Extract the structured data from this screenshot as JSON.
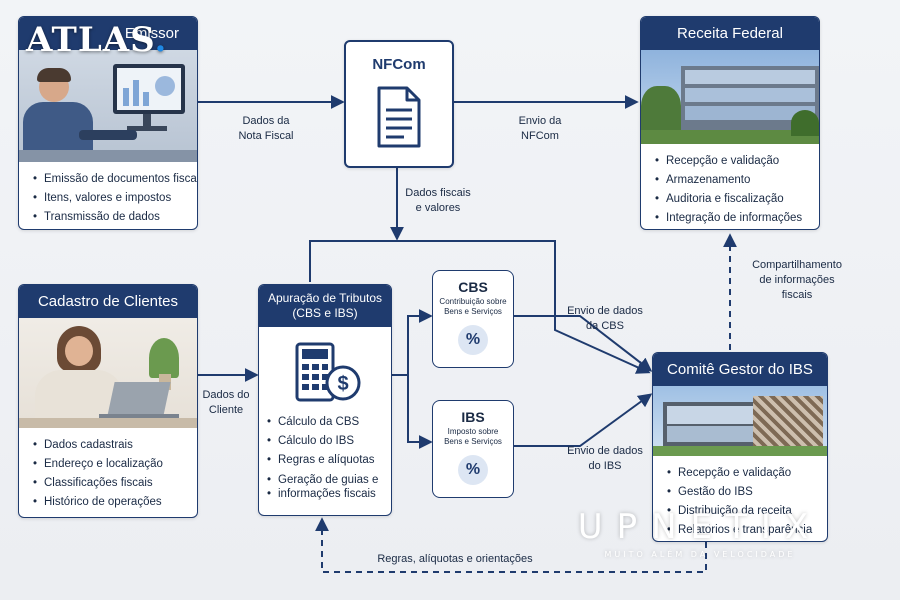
{
  "brand": {
    "name": "ATLAS",
    "dot": "."
  },
  "watermark": {
    "name": "UPNETIX",
    "tagline": "MUITO ALÉM DA VELOCIDADE"
  },
  "emissor": {
    "title": "Emissor",
    "items": [
      "Emissão de documentos fiscais",
      "Itens, valores e impostos",
      "Transmissão de dados"
    ]
  },
  "nfcom": {
    "title": "NFCom",
    "icon": "document-icon"
  },
  "receita": {
    "title": "Receita Federal",
    "items": [
      "Recepção e validação",
      "Armazenamento",
      "Auditoria e fiscalização",
      "Integração de informações"
    ]
  },
  "clientes": {
    "title": "Cadastro de Clientes",
    "items": [
      "Dados cadastrais",
      "Endereço e localização",
      "Classificações fiscais",
      "Histórico de operações"
    ]
  },
  "apuracao": {
    "title_line1": "Apuração de Tributos",
    "title_line2": "(CBS e IBS)",
    "items": [
      "Cálculo da CBS",
      "Cálculo do IBS",
      "Regras e alíquotas",
      "Geração de guias e",
      "informações fiscais"
    ]
  },
  "cbs": {
    "title": "CBS",
    "sub_line1": "Contribuição sobre",
    "sub_line2": "Bens e Serviços",
    "symbol": "%"
  },
  "ibs": {
    "title": "IBS",
    "sub_line1": "Imposto sobre",
    "sub_line2": "Bens e Serviços",
    "symbol": "%"
  },
  "comite": {
    "title": "Comitê Gestor do IBS",
    "items": [
      "Recepção e validação",
      "Gestão do IBS",
      "Distribuição da receita",
      "Relatórios e transparência"
    ]
  },
  "labels": {
    "dados_nota": [
      "Dados da",
      "Nota Fiscal"
    ],
    "envio_nfcom": [
      "Envio da",
      "NFCom"
    ],
    "dados_fiscais": [
      "Dados fiscais",
      "e valores"
    ],
    "compartilhamento": [
      "Compartilhamento",
      "de informações",
      "fiscais"
    ],
    "dados_cliente": [
      "Dados do",
      "Cliente"
    ],
    "envio_cbs": [
      "Envio de dados",
      "da CBS"
    ],
    "envio_ibs": [
      "Envio de dados",
      "do IBS"
    ],
    "regras": "Regras, alíquotas e orientações"
  },
  "colors": {
    "navy": "#1f3b6e",
    "arrow": "#1f3b6e",
    "bg": "#eef0f3"
  }
}
